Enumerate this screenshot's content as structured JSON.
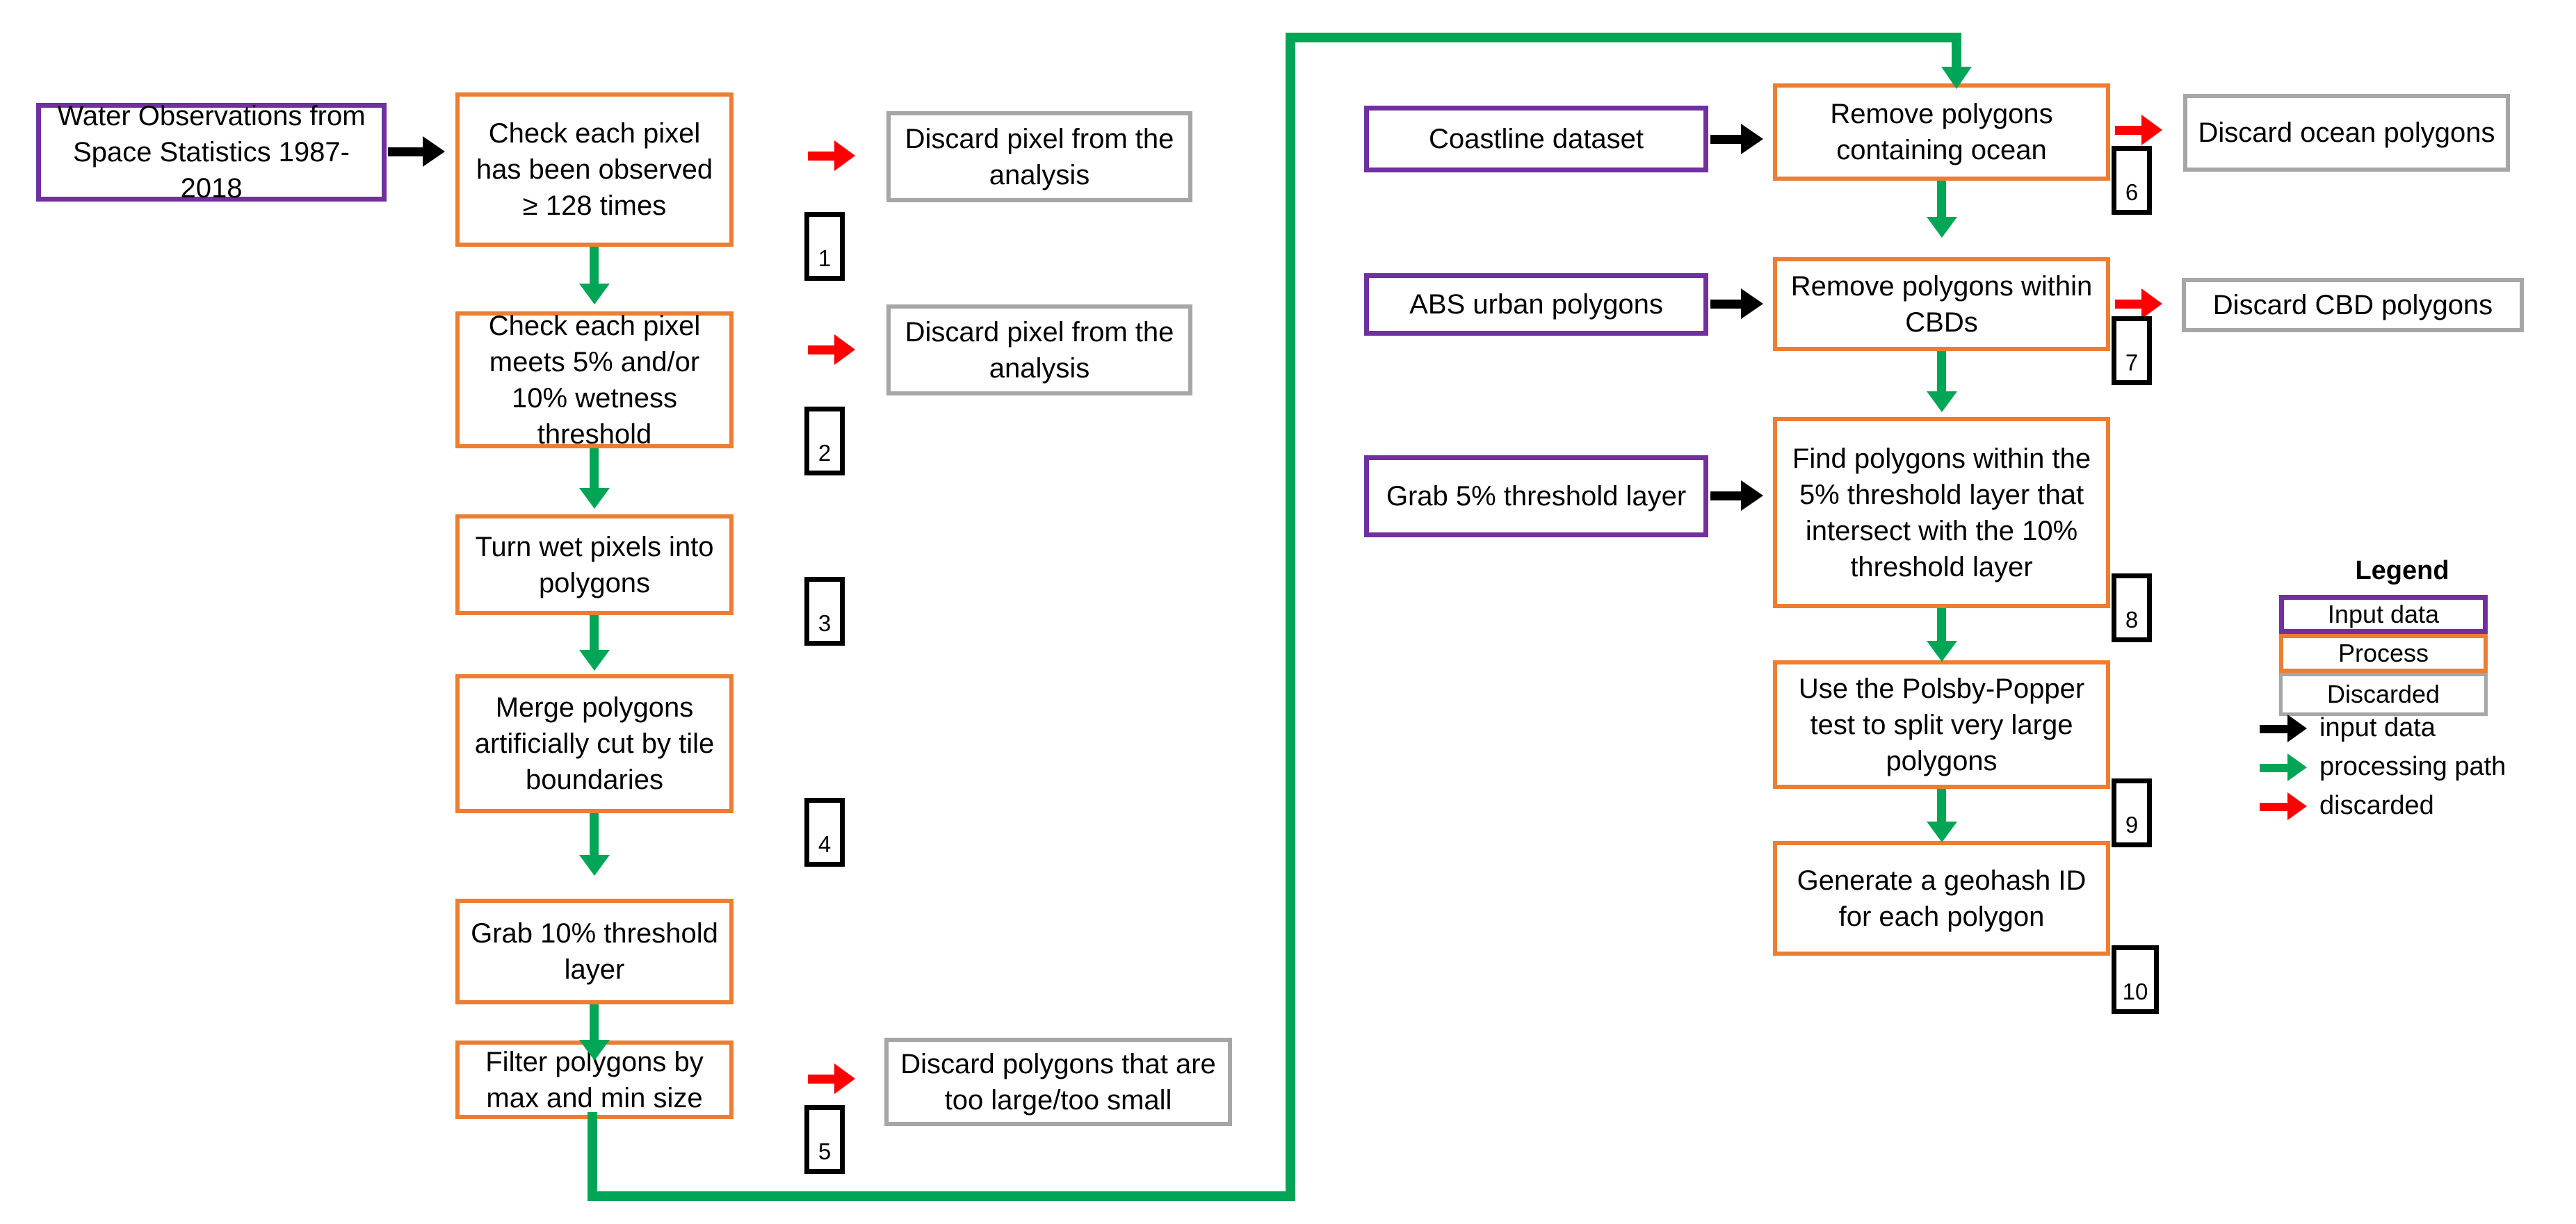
{
  "diagram": {
    "title": "Water Observations from Space Statistics processing workflow",
    "colors": {
      "input_border": "#7030A0",
      "process_border": "#ED7D31",
      "discard_border": "#A6A6A6",
      "input_arrow": "#000000",
      "processing_arrow": "#00A556",
      "discard_arrow": "#FF0000",
      "step_badge_border": "#000000",
      "background": "#FFFFFF"
    }
  },
  "nodes": {
    "input_wofs": "Water Observations from Space Statistics 1987-2018",
    "step1": "Check each pixel has been observed ≥ 128 times",
    "step1_discard": "Discard pixel from the analysis",
    "step2": "Check each pixel meets 5% and/or 10% wetness threshold",
    "step2_discard": "Discard pixel from the analysis",
    "step3": "Turn wet pixels into polygons",
    "step4": "Merge polygons artificially cut by tile boundaries",
    "step5_grab10": "Grab 10% threshold layer",
    "step6_filter": "Filter polygons by max and min size",
    "step6_filter_discard": "Discard polygons that are too large/too small",
    "input_coastline": "Coastline dataset",
    "step6": "Remove polygons containing ocean",
    "step6_discard": "Discard ocean polygons",
    "input_abs": "ABS urban polygons",
    "step7": "Remove polygons within CBDs",
    "step7_discard": "Discard CBD polygons",
    "input_grab5": "Grab 5% threshold layer",
    "step8": "Find polygons within the 5% threshold layer that intersect with the 10% threshold layer",
    "step9": "Use the Polsby-Popper test to split very large polygons",
    "step10": "Generate a geohash ID for each polygon"
  },
  "step_numbers": {
    "n1": "1",
    "n2": "2",
    "n3": "3",
    "n4": "4",
    "n5": "5",
    "n6": "6",
    "n7": "7",
    "n8": "8",
    "n9": "9",
    "n10": "10"
  },
  "legend": {
    "title": "Legend",
    "swatches": [
      {
        "label": "Input data",
        "type": "input"
      },
      {
        "label": "Process",
        "type": "process"
      },
      {
        "label": "Discarded",
        "type": "discard"
      }
    ],
    "keys": [
      {
        "label": "input data",
        "color": "#000000"
      },
      {
        "label": "processing path",
        "color": "#00A556"
      },
      {
        "label": "discarded",
        "color": "#FF0000"
      }
    ]
  }
}
